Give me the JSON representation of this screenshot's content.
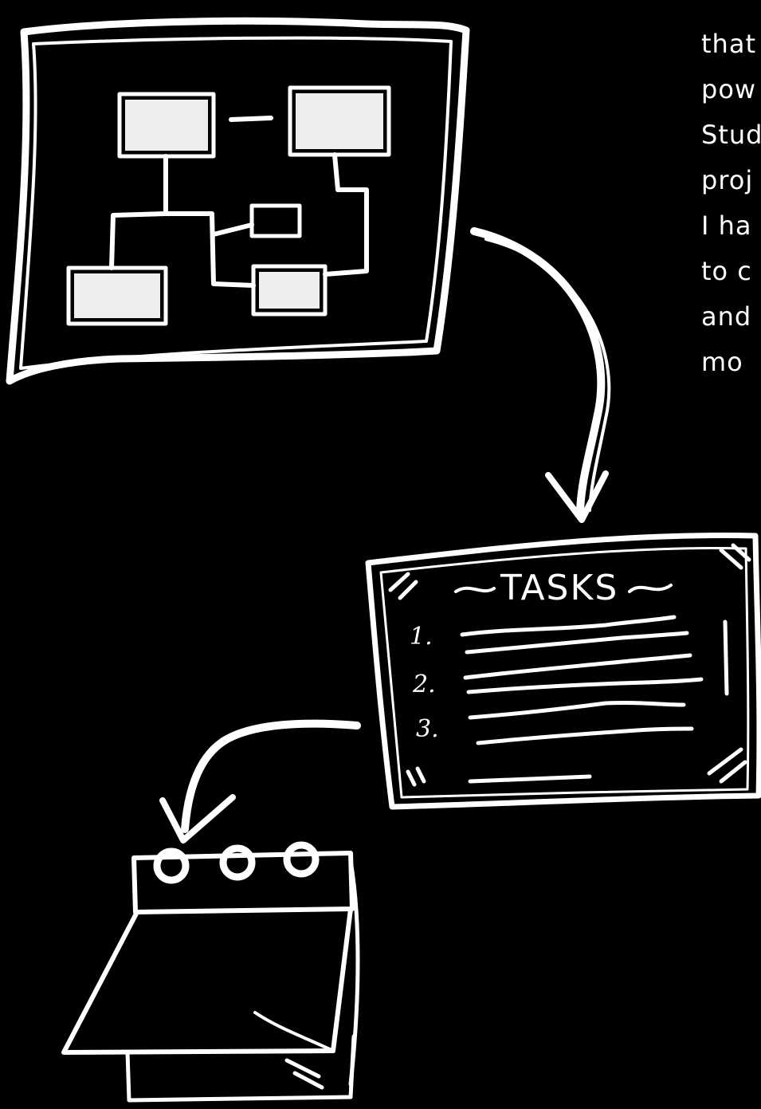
{
  "text_lines": [
    "that",
    "pow",
    "Stud",
    "proj",
    "I ha",
    "to c",
    "and",
    "mo"
  ],
  "tasks_card": {
    "title": "TASKS",
    "numbers": [
      "1.",
      "2.",
      "3."
    ]
  },
  "icons": [
    "flowchart-sketch-icon",
    "curved-arrow-icon",
    "tasks-card-icon",
    "calendar-icon"
  ],
  "colors": {
    "background": "#000000",
    "ink": "#ffffff"
  }
}
